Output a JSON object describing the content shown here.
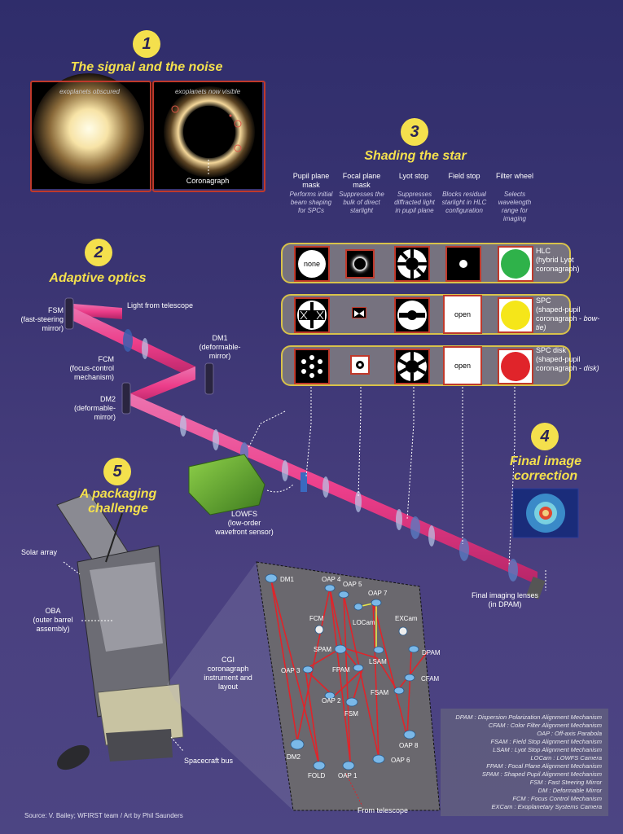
{
  "section1": {
    "number": "1",
    "title": "The signal and the noise",
    "left_caption": "exoplanets obscured",
    "right_caption": "exoplanets now visible",
    "coronagraph_label": "Coronagraph"
  },
  "section2": {
    "number": "2",
    "title": "Adaptive optics",
    "labels": {
      "light": "Light from telescope",
      "fsm": "FSM\n(fast-steering\nmirror)",
      "dm1": "DM1\n(deformable-\nmirror)",
      "fcm": "FCM\n(focus-control\nmechanism)",
      "dm2": "DM2\n(deformable-\nmirror)",
      "lowfs": "LOWFS\n(low-order\nwavefront sensor)"
    }
  },
  "section3": {
    "number": "3",
    "title": "Shading the star",
    "columns": [
      {
        "title": "Pupil plane\nmask",
        "desc": "Performs initial\nbeam shaping\nfor SPCs"
      },
      {
        "title": "Focal plane\nmask",
        "desc": "Suppresses the\nbulk of direct\nstarlight"
      },
      {
        "title": "Lyot stop",
        "desc": "Suppresses\ndiffracted light\nin pupil plane"
      },
      {
        "title": "Field stop",
        "desc": "Blocks residual\nstarlight in HLC\nconfiguration"
      },
      {
        "title": "Filter wheel",
        "desc": "Selects\nwavelength\nrange for\nimaging"
      }
    ],
    "rows": [
      {
        "pupil_text": "none",
        "field_text": "",
        "filter_color": "#2fb24a",
        "label_main": "HLC\n(hybrid Lyot\ncoronagraph)",
        "label_italic": ""
      },
      {
        "pupil_text": "",
        "field_text": "open",
        "filter_color": "#f5e619",
        "label_main": "SPC\n(shaped-pupil\ncoronagraph -",
        "label_italic": "bow-tie)"
      },
      {
        "pupil_text": "",
        "field_text": "open",
        "filter_color": "#e0242a",
        "label_main": "SPC disk\n(shaped-pupil\ncoronagraph -",
        "label_italic": "disk)"
      }
    ]
  },
  "section4": {
    "number": "4",
    "title": "Final image\ncorrection",
    "lens_label": "Final imaging lenses\n(in DPAM)"
  },
  "section5": {
    "number": "5",
    "title": "A packaging\nchallenge",
    "labels": {
      "solar": "Solar array",
      "oba": "OBA\n(outer barrel\nassembly)",
      "cgi": "CGI\ncoronagraph\ninstrument and\nlayout",
      "bus": "Spacecraft bus"
    }
  },
  "layout": {
    "components": [
      "DM1",
      "OAP 4",
      "OAP 5",
      "OAP 7",
      "FCM",
      "LOCam",
      "EXCam",
      "SPAM",
      "DPAM",
      "OAP 3",
      "FPAM",
      "LSAM",
      "CFAM",
      "FSAM",
      "OAP 2",
      "FSM",
      "OAP 8",
      "DM2",
      "OAP 6",
      "FOLD",
      "OAP 1"
    ],
    "from_telescope": "From telescope"
  },
  "legend": [
    "DPAM : Dispersion Polarization Alignment Mechanism",
    "CFAM : Color Filter Alignment Mechanism",
    "OAP : Off-axis Parabola",
    "FSAM : Field Stop Alignment Mechanism",
    "LSAM : Lyot Stop Alignment Mechanism",
    "LOCam : LOWFS Camera",
    "FPAM : Focal Plane Alignment Mechanism",
    "SPAM : Shaped Pupil Alignment Mechanism",
    "FSM : Fast Steering Mirror",
    "DM : Deformable Mirror",
    "FCM : Focus Control Mechanism",
    "EXCam : Exoplanetary Systems Camera"
  ],
  "source": "Source: V. Bailey; WFIRST team / Art by Phil Saunders",
  "colors": {
    "accent_yellow": "#f4e04d",
    "beam_pink": "#f0408a",
    "frame_red": "#c0392b",
    "row_border": "#d8c24a"
  }
}
